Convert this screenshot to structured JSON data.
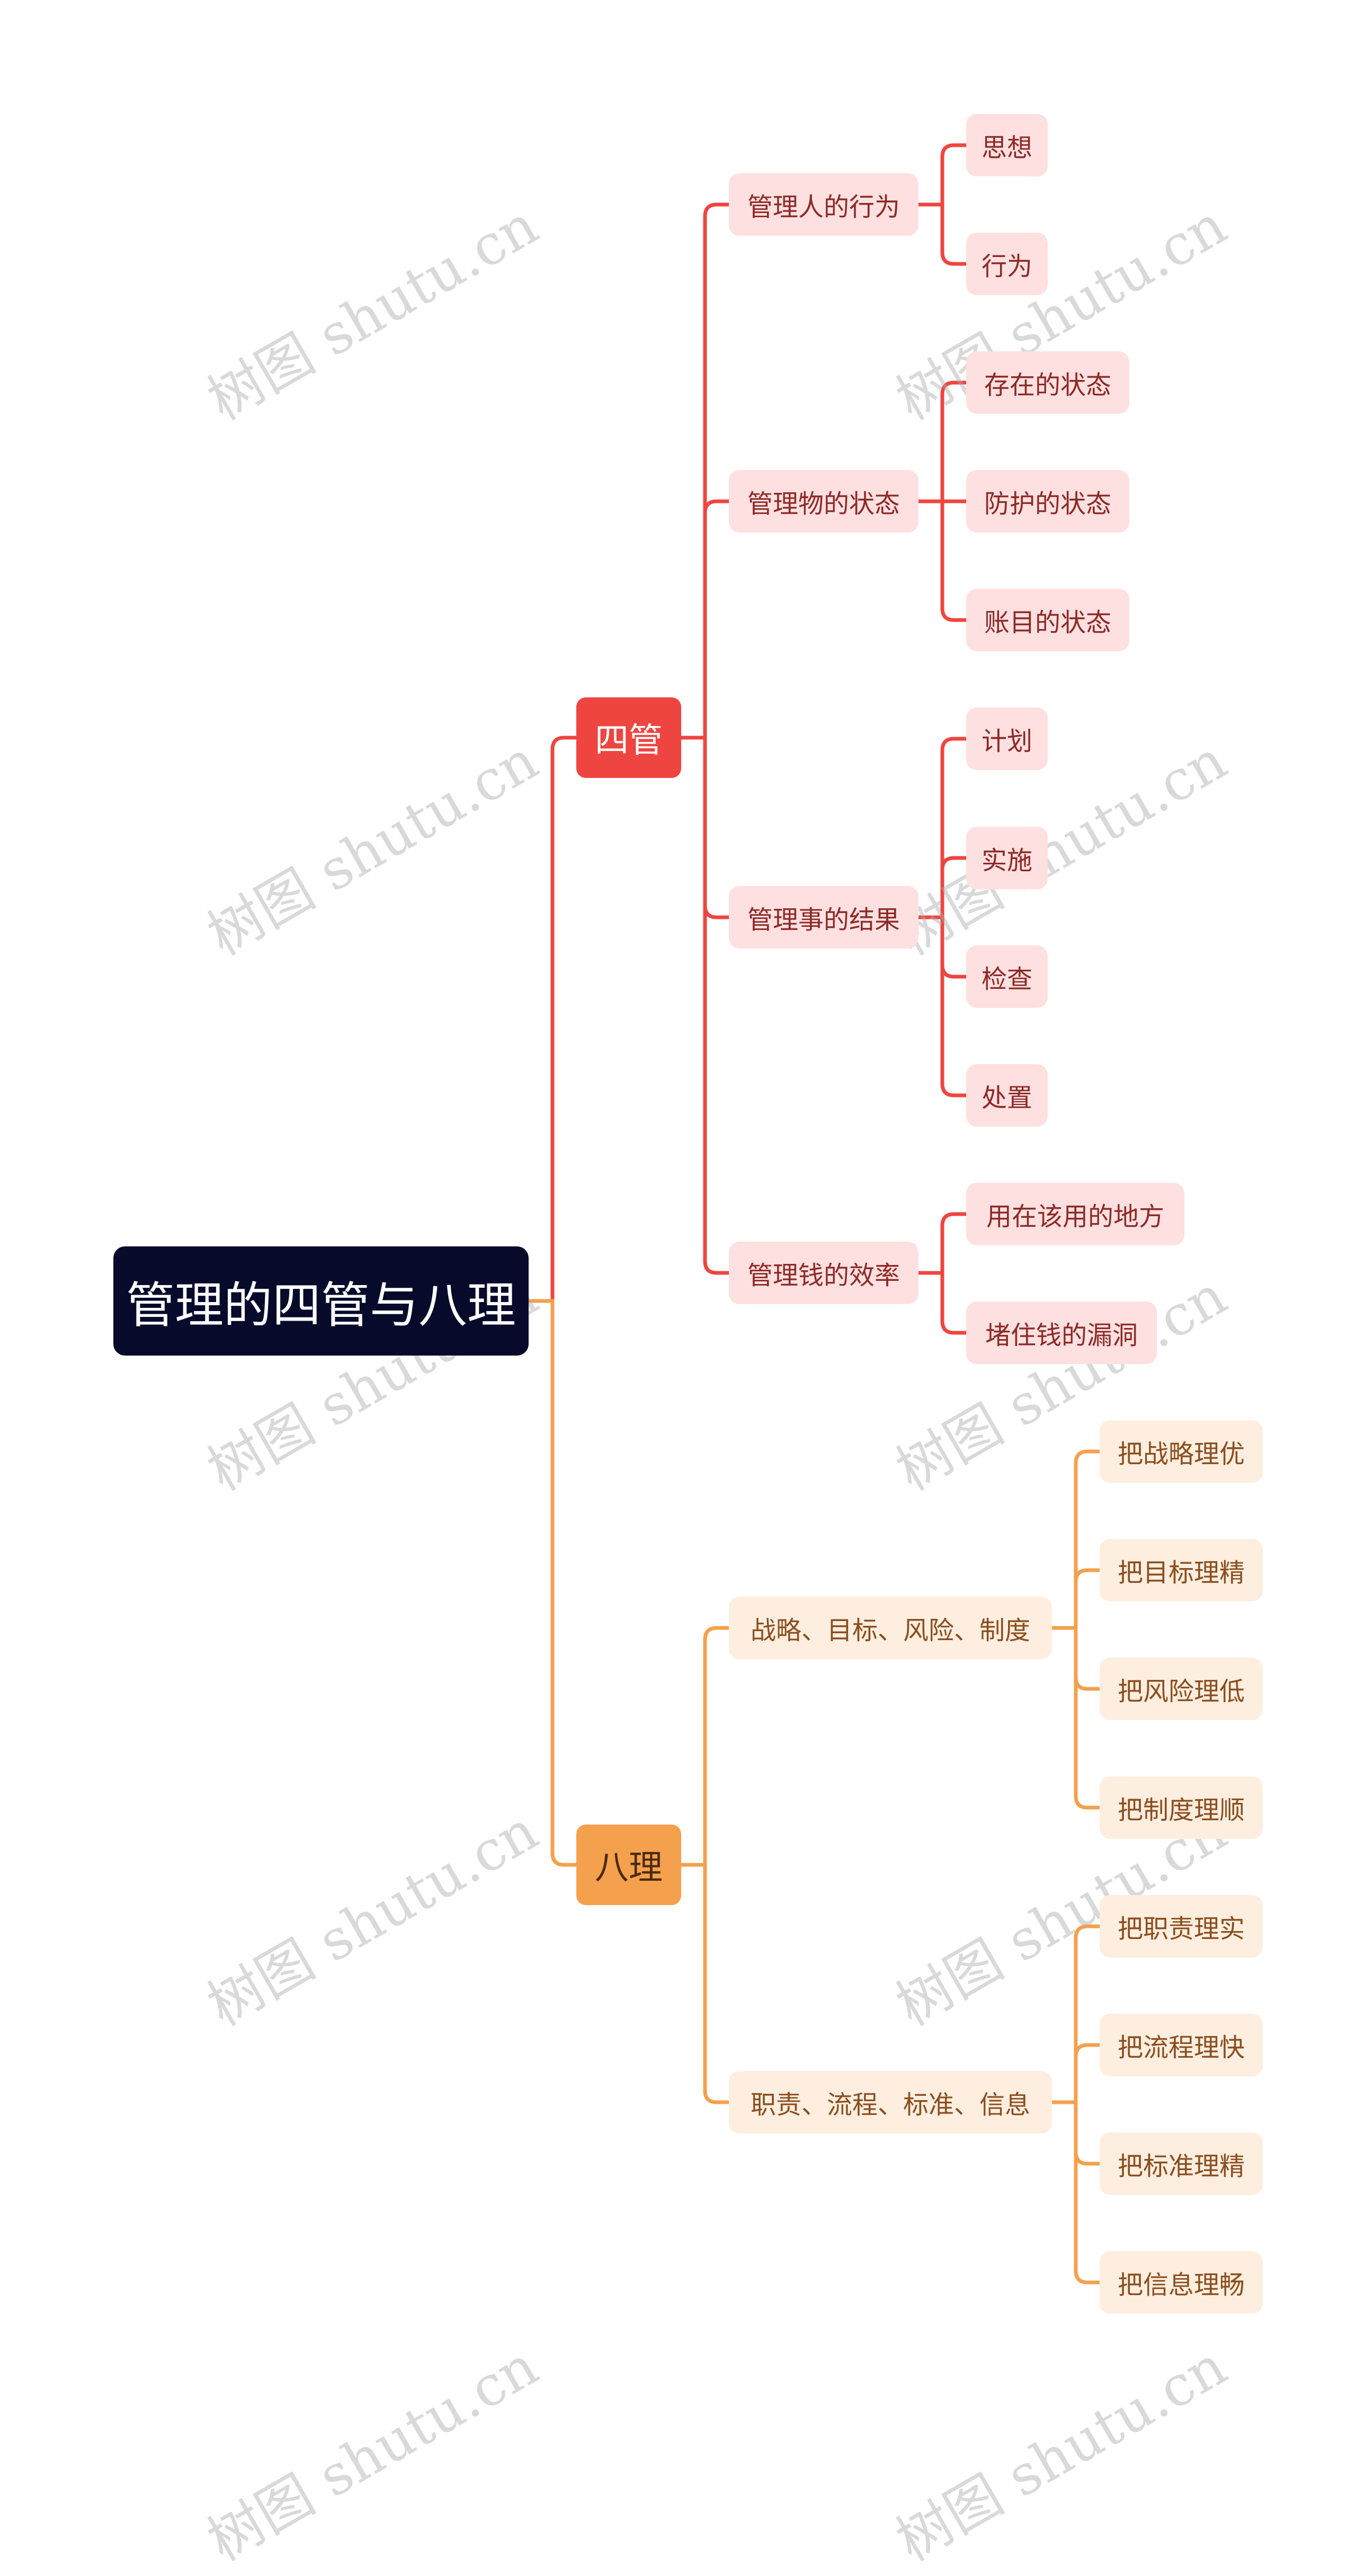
{
  "root": {
    "label": "管理的四管与八理"
  },
  "branches": [
    {
      "label": "四管",
      "color": "#ef4540",
      "children": [
        {
          "label": "管理人的行为",
          "children": [
            "思想",
            "行为"
          ]
        },
        {
          "label": "管理物的状态",
          "children": [
            "存在的状态",
            "防护的状态",
            "账目的状态"
          ]
        },
        {
          "label": "管理事的结果",
          "children": [
            "计划",
            "实施",
            "检查",
            "处置"
          ]
        },
        {
          "label": "管理钱的效率",
          "children": [
            "用在该用的地方",
            "堵住钱的漏洞"
          ]
        }
      ]
    },
    {
      "label": "八理",
      "color": "#f5a04d",
      "children": [
        {
          "label": "战略、目标、风险、制度",
          "children": [
            "把战略理优",
            "把目标理精",
            "把风险理低",
            "把制度理顺"
          ]
        },
        {
          "label": "职责、流程、标准、信息",
          "children": [
            "把职责理实",
            "把流程理快",
            "把标准理精",
            "把信息理畅"
          ]
        }
      ]
    }
  ],
  "watermark": "树图 shutu.cn"
}
